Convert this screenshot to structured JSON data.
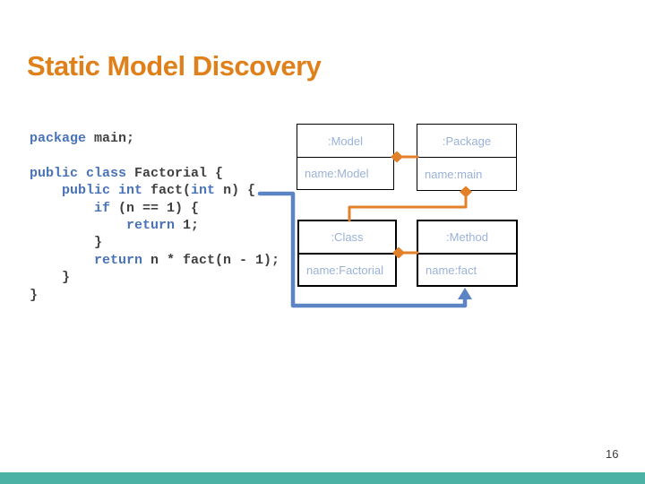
{
  "title": "Static Model Discovery",
  "page_number": "16",
  "colors": {
    "title_orange": "#E0801B",
    "connector_orange": "#E2812A",
    "arrow_blue": "#5B84C4",
    "keyword_blue": "#4973B8",
    "code_text": "#404040",
    "box_label_blue": "#9AB2D8",
    "box_border": "#000000",
    "footer_teal": "#4BB2A5"
  },
  "code": {
    "lines": [
      {
        "segments": [
          {
            "t": "package",
            "y": "kw"
          },
          {
            "t": " main;",
            "y": "pl"
          }
        ]
      },
      {
        "segments": []
      },
      {
        "segments": [
          {
            "t": "public class",
            "y": "kw"
          },
          {
            "t": " Factorial {",
            "y": "pl"
          }
        ]
      },
      {
        "segments": [
          {
            "t": "    ",
            "y": "pl"
          },
          {
            "t": "public int",
            "y": "kw"
          },
          {
            "t": " fact(",
            "y": "pl"
          },
          {
            "t": "int",
            "y": "kw"
          },
          {
            "t": " n) {",
            "y": "pl"
          }
        ]
      },
      {
        "segments": [
          {
            "t": "        ",
            "y": "pl"
          },
          {
            "t": "if",
            "y": "kw"
          },
          {
            "t": " (n == 1) {",
            "y": "pl"
          }
        ]
      },
      {
        "segments": [
          {
            "t": "            ",
            "y": "pl"
          },
          {
            "t": "return",
            "y": "kw"
          },
          {
            "t": " 1;",
            "y": "pl"
          }
        ]
      },
      {
        "segments": [
          {
            "t": "        }",
            "y": "pl"
          }
        ]
      },
      {
        "segments": [
          {
            "t": "        ",
            "y": "pl"
          },
          {
            "t": "return",
            "y": "kw"
          },
          {
            "t": " n * fact(n - 1);",
            "y": "pl"
          }
        ]
      },
      {
        "segments": [
          {
            "t": "    }",
            "y": "pl"
          }
        ]
      },
      {
        "segments": [
          {
            "t": "}",
            "y": "pl"
          }
        ]
      }
    ]
  },
  "diagram": {
    "boxes": [
      {
        "stereotype": ":Model",
        "attribute": "name:Model"
      },
      {
        "stereotype": ":Package",
        "attribute": "name:main"
      },
      {
        "stereotype": ":Class",
        "attribute": "name:Factorial"
      },
      {
        "stereotype": ":Method",
        "attribute": "name:fact"
      }
    ]
  }
}
